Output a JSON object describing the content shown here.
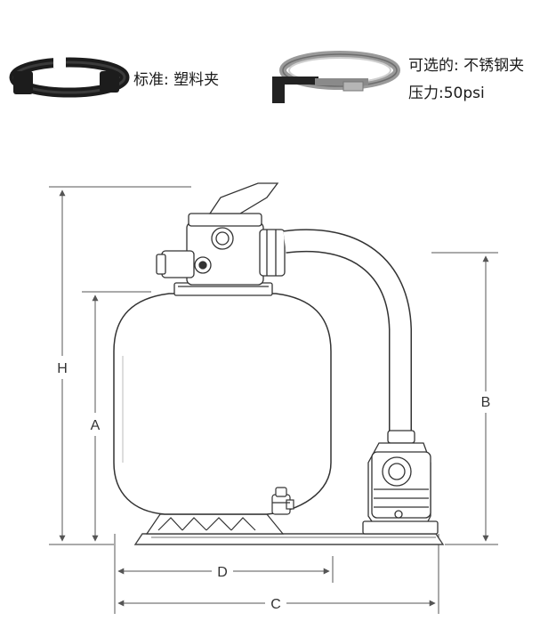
{
  "options": {
    "standard": {
      "label": "标准: 塑料夹",
      "icon": "plastic-clamp-icon"
    },
    "optional": {
      "line1": "可选的: 不锈钢夹",
      "line2": "压力:50psi",
      "icon": "steel-clamp-icon"
    }
  },
  "dimensions": {
    "H": "H",
    "A": "A",
    "B": "B",
    "C": "C",
    "D": "D"
  },
  "colors": {
    "line": "#555555",
    "clamp": "#1c1c1c",
    "steel": "#9a9a9a"
  }
}
